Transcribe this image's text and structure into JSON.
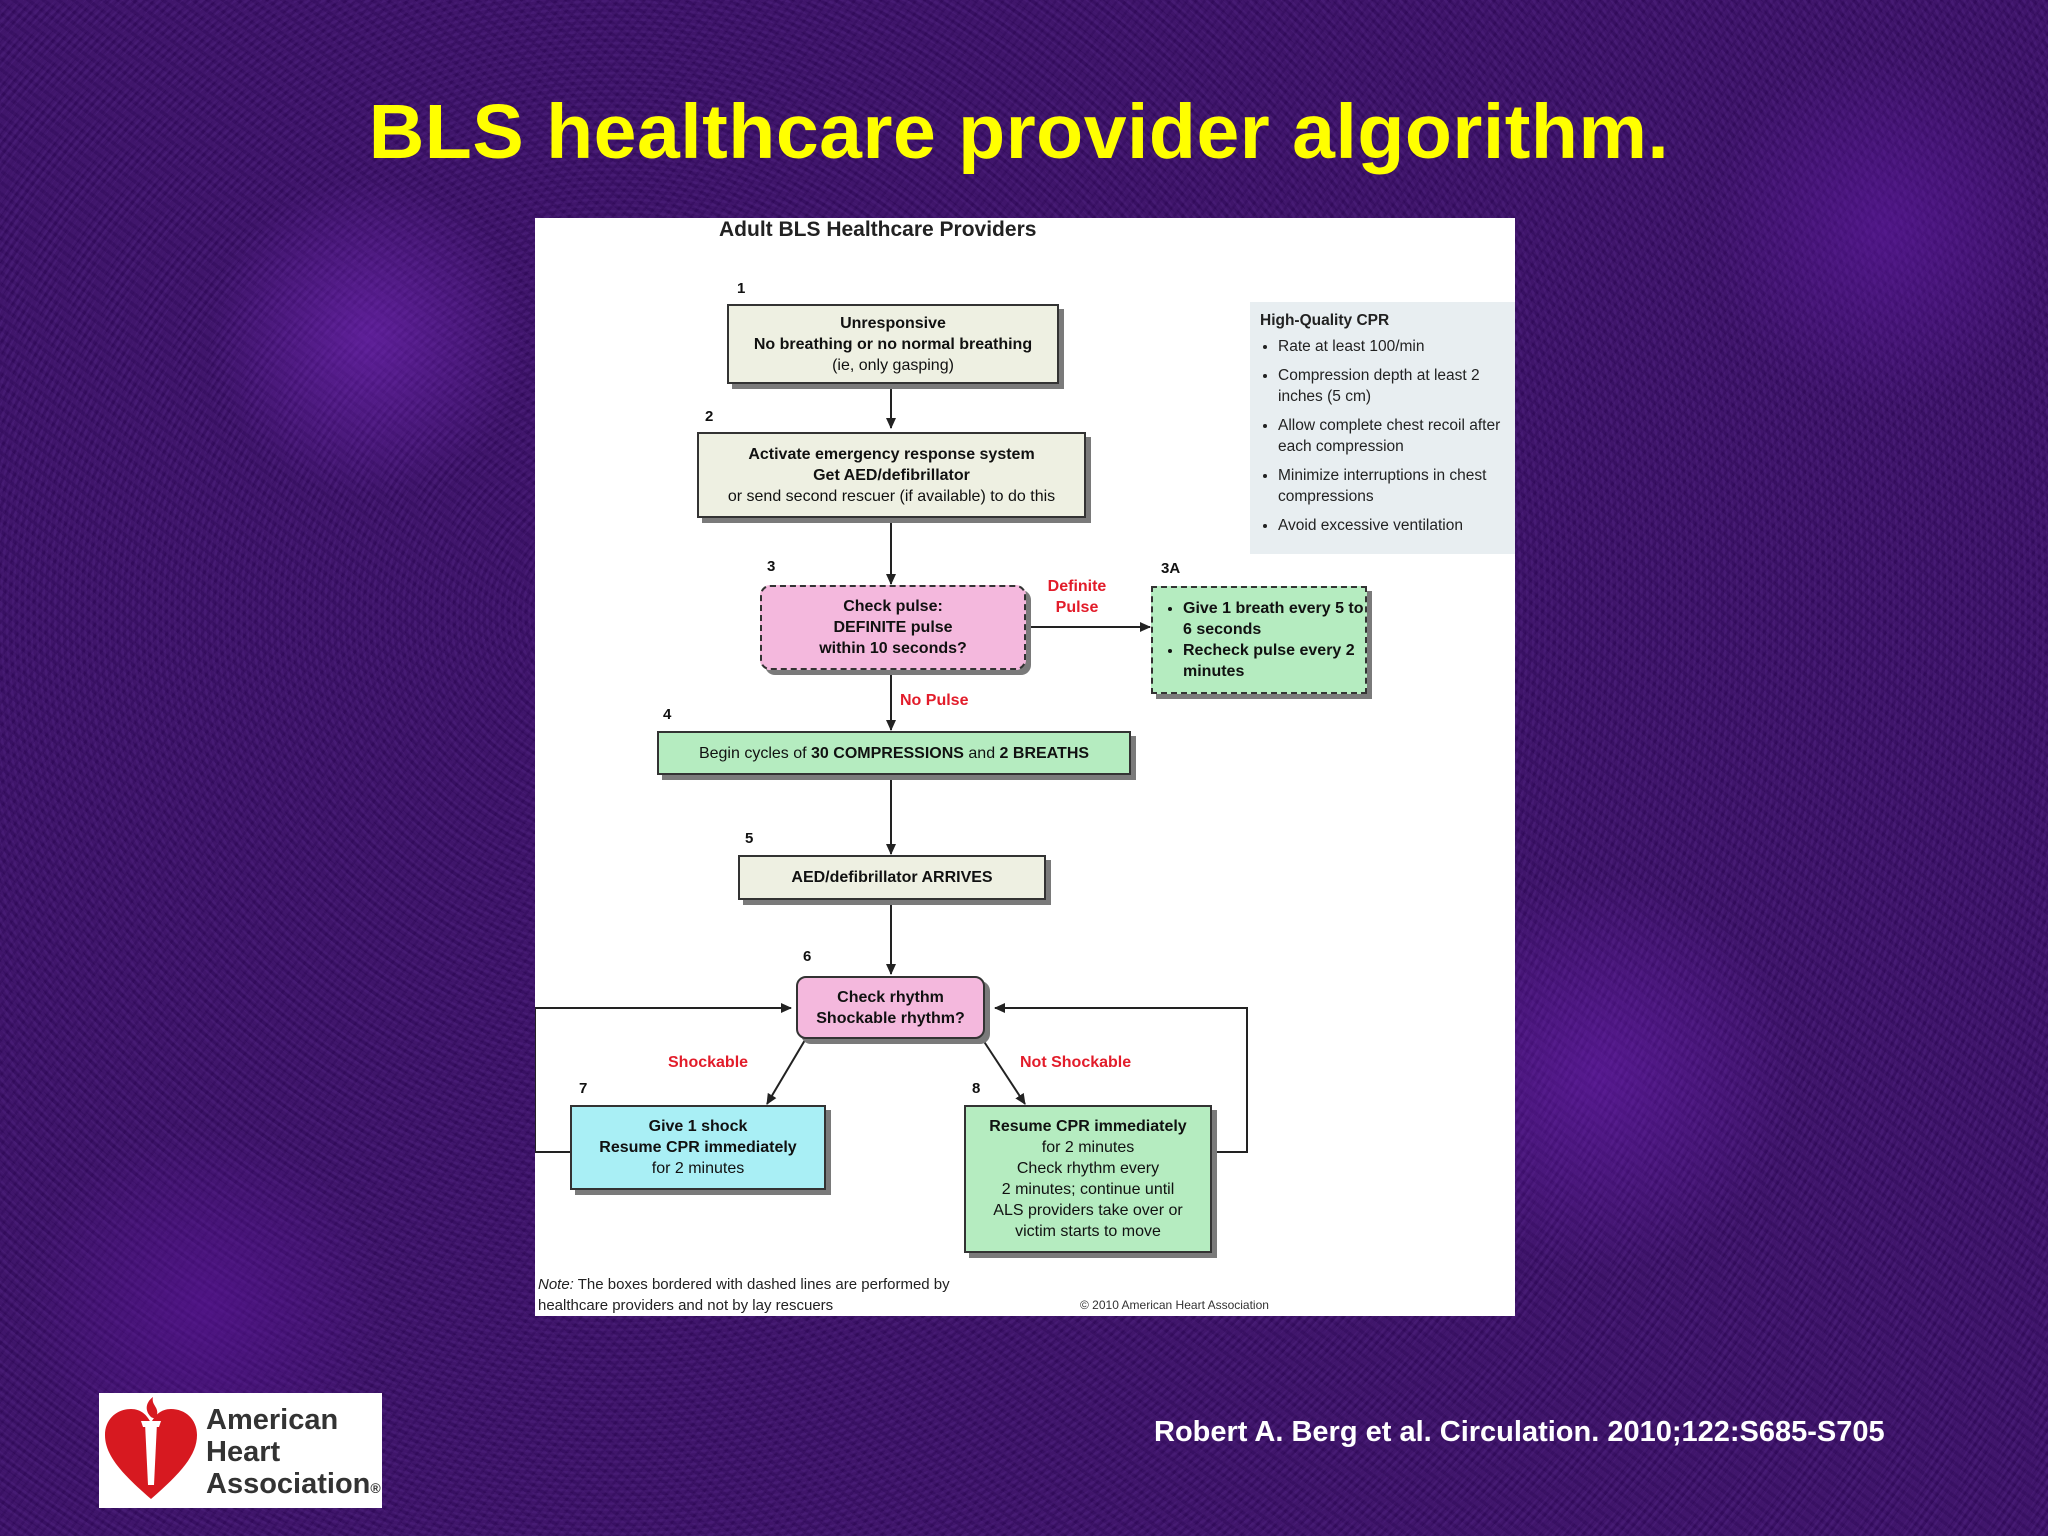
{
  "slide_title": "BLS healthcare provider algorithm.",
  "chart": {
    "heading": "Adult BLS Healthcare Providers",
    "step1": {
      "num": "1",
      "line1": "Unresponsive",
      "line2": "No breathing or no normal breathing",
      "line3": "(ie, only gasping)"
    },
    "step2": {
      "num": "2",
      "line1": "Activate emergency response system",
      "line2": "Get AED/defibrillator",
      "line3": "or send second rescuer (if available) to do this"
    },
    "step3": {
      "num": "3",
      "line1": "Check pulse:",
      "line2": "DEFINITE pulse",
      "line3": "within 10 seconds?"
    },
    "step3a": {
      "num": "3A",
      "item1": "Give 1 breath every 5 to 6 seconds",
      "item2": "Recheck pulse every 2 minutes"
    },
    "definite_pulse_label": {
      "line1": "Definite",
      "line2": "Pulse"
    },
    "no_pulse_label": "No Pulse",
    "step4": {
      "num": "4",
      "pre": "Begin cycles of ",
      "bold1": "30 COMPRESSIONS",
      "mid": " and ",
      "bold2": "2 BREATHS"
    },
    "step5": {
      "num": "5",
      "text": "AED/defibrillator ARRIVES"
    },
    "step6": {
      "num": "6",
      "line1": "Check rhythm",
      "line2": "Shockable rhythm?"
    },
    "shockable_label": "Shockable",
    "not_shockable_label": "Not Shockable",
    "step7": {
      "num": "7",
      "line1": "Give 1 shock",
      "line2": "Resume CPR immediately",
      "line3": "for 2 minutes"
    },
    "step8": {
      "num": "8",
      "line1": "Resume CPR immediately",
      "line2": "for 2 minutes",
      "line3": "Check rhythm every",
      "line4": "2 minutes; continue until",
      "line5": "ALS providers take over or",
      "line6": "victim starts to move"
    },
    "quality_cpr": {
      "title": "High-Quality CPR",
      "items": [
        "Rate at least 100/min",
        "Compression depth at least 2 inches (5 cm)",
        "Allow complete chest recoil after each compression",
        "Minimize interruptions in chest compressions",
        "Avoid excessive ventilation"
      ]
    },
    "note_prefix": "Note:",
    "note_text": " The boxes bordered with dashed lines are performed by healthcare providers and not by lay rescuers",
    "copyright": "© 2010 American Heart Association"
  },
  "logo": {
    "line1": "American",
    "line2": "Heart",
    "line3": "Association",
    "mark": "®"
  },
  "citation": "Robert A. Berg et al. Circulation. 2010;122:S685-S705",
  "colors": {
    "title": "#ffff00",
    "background": "#3b0d6b",
    "label_red": "#e21c2a",
    "box_cream": "#eef0e2",
    "box_pink": "#f4b8dd",
    "box_green": "#b5ecc0",
    "box_cyan": "#a9eff5"
  }
}
